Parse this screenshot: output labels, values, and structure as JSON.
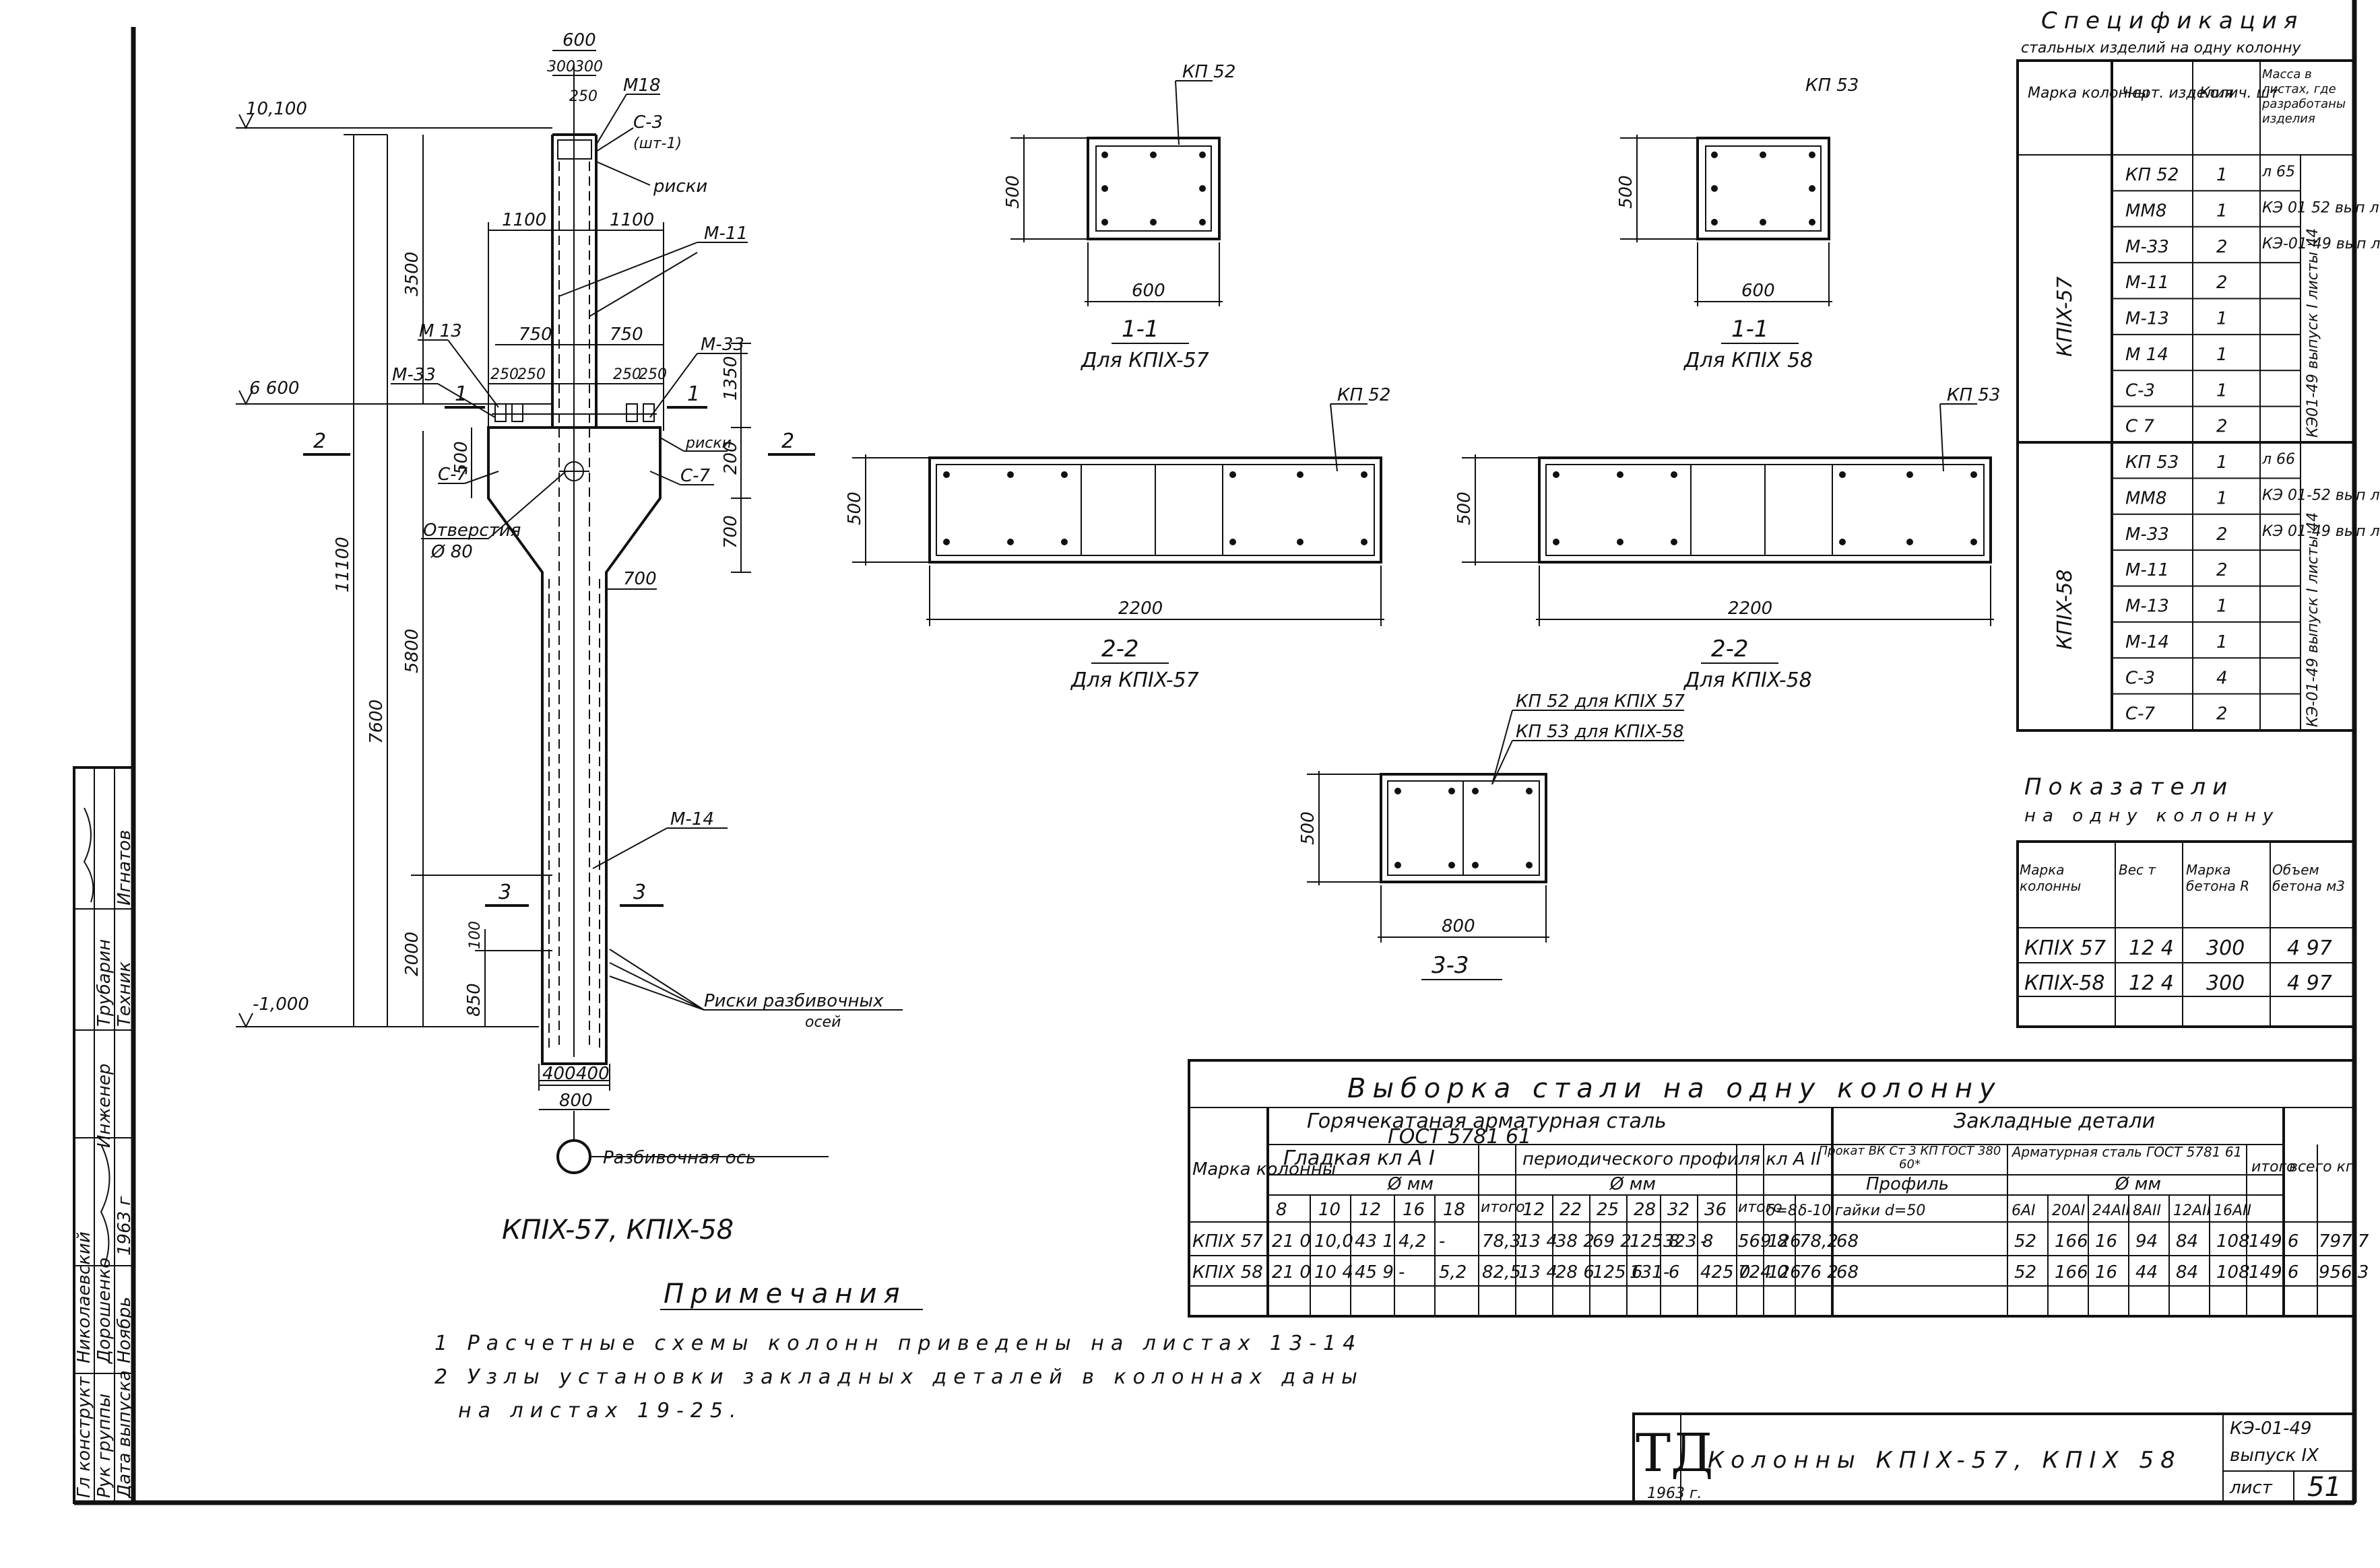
{
  "column": {
    "marks": {
      "m18": "M18",
      "c3": "C-3",
      "c3n": "(шт-1)",
      "riski": "риски",
      "m11": "M-11",
      "m13": "M 13",
      "m33l": "M-33",
      "m33r": "M-33",
      "c7l": "C-7",
      "c7r": "C-7",
      "riski2": "риски",
      "otv": "Отверстия",
      "otv_d": "Ø 80",
      "m14": "M-14",
      "riski_osey": "Риски разбивочных",
      "riski_osey2": "осей",
      "os": "Разбивочная ось"
    },
    "levels": {
      "top": "10,100",
      "mid": "6 600",
      "bot": "-1,000"
    },
    "dims": {
      "d600": "600",
      "d300a": "300",
      "d300b": "300",
      "d250": "250",
      "d1100a": "1100",
      "d1100b": "1100",
      "d750a": "750",
      "d750b": "750",
      "d250a": "250",
      "d250b": "250",
      "d250c": "250",
      "d250d": "250",
      "d3500": "3500",
      "d1350": "1350",
      "d500a": "500",
      "d200": "200",
      "d700v": "700",
      "d700h": "700",
      "d11100": "11100",
      "d7600": "7600",
      "d5800": "5800",
      "d2000": "2000",
      "d850": "850",
      "d100": "100",
      "d400a": "400",
      "d400b": "400",
      "d800": "800"
    },
    "cuts": {
      "c1l": "1",
      "c1r": "1",
      "c2l": "2",
      "c2r": "2",
      "c3l": "3",
      "c3r": "3"
    },
    "caption": "КПIX-57, КПIX-58"
  },
  "sections": {
    "s11a": {
      "mark": "КП 52",
      "h": "500",
      "w": "600",
      "cut": "1-1",
      "for": "Для КПIX-57"
    },
    "s11b": {
      "mark": "КП 53",
      "h": "500",
      "w": "600",
      "cut": "1-1",
      "for": "Для КПIX 58"
    },
    "s22a": {
      "mark": "КП 52",
      "h": "500",
      "w": "2200",
      "cut": "2-2",
      "for": "Для КПIX-57"
    },
    "s22b": {
      "mark": "КП 53",
      "h": "500",
      "w": "2200",
      "cut": "2-2",
      "for": "Для КПIX-58"
    },
    "s33": {
      "mark1": "КП 52 для КПIX 57",
      "mark2": "КП 53 для КПIX-58",
      "h": "500",
      "w": "800",
      "cut": "3-3"
    }
  },
  "spec": {
    "title": "Спецификация",
    "subtitle": "стальных изделий на одну колонну",
    "headers": [
      "Марка колонны",
      "Черт. изделия",
      "Колич. шт",
      "Масса в листах, где разработаны изделия"
    ],
    "groups": [
      {
        "col": "КПIX-57",
        "ref": "КЭ01-49 выпуск I листы 44",
        "rows": [
          [
            "КП 52",
            "1",
            "л 65"
          ],
          [
            "ММ8",
            "1",
            "КЭ 01 52 вып л 28"
          ],
          [
            "М-33",
            "2",
            "КЭ-01-49 вып л 36"
          ],
          [
            "М-11",
            "2",
            ""
          ],
          [
            "М-13",
            "1",
            ""
          ],
          [
            "М 14",
            "1",
            ""
          ],
          [
            "С-3",
            "1",
            ""
          ],
          [
            "С 7",
            "2",
            ""
          ]
        ]
      },
      {
        "col": "КПIX-58",
        "ref": "КЭ-01-49 выпуск I листы 44",
        "rows": [
          [
            "КП 53",
            "1",
            "л 66"
          ],
          [
            "ММ8",
            "1",
            "КЭ 01-52 вып л 28"
          ],
          [
            "М-33",
            "2",
            "КЭ 01-49 вып л 36"
          ],
          [
            "М-11",
            "2",
            ""
          ],
          [
            "М-13",
            "1",
            ""
          ],
          [
            "М-14",
            "1",
            ""
          ],
          [
            "С-3",
            "4",
            ""
          ],
          [
            "С-7",
            "2",
            ""
          ]
        ]
      }
    ]
  },
  "indicators": {
    "title": "Показатели",
    "subtitle": "на одну колонну",
    "headers": [
      "Марка колонны",
      "Вес т",
      "Марка бетона R",
      "Объем бетона м3"
    ],
    "rows": [
      [
        "КПIX 57",
        "12 4",
        "300",
        "4 97"
      ],
      [
        "КПIX-58",
        "12 4",
        "300",
        "4 97"
      ]
    ]
  },
  "steel": {
    "title": "Выборка стали на одну колонну",
    "h_mark": "Марка колонны",
    "h_hot": "Горячекатаная арматурная сталь",
    "h_gost": "ГОСТ 5781 61",
    "h_smooth": "Гладкая кл А I",
    "h_period": "периодического профиля кл А II",
    "h_dmm1": "Ø мм",
    "h_dmm2": "Ø мм",
    "h_emb": "Закладные детали",
    "h_prokat": "Прокат ВК Ст 3 КП ГОСТ 380 60*",
    "h_profil": "Профиль",
    "h_arm": "Арматурная сталь ГОСТ 5781 61",
    "h_dmm3": "Ø мм",
    "h_itogo": "итого",
    "h_vsego": "всего кг",
    "sub_smooth": [
      "8",
      "10",
      "12",
      "16",
      "18"
    ],
    "sub_period": [
      "12",
      "22",
      "25",
      "28",
      "32",
      "36"
    ],
    "sub_prof": [
      "δ=8",
      "δ-10",
      "гайки d=50"
    ],
    "sub_arm": [
      "6AI",
      "20AI",
      "24AII",
      "8AII",
      "12AII",
      "16AII"
    ],
    "rows": [
      {
        "mark": "КПIX 57",
        "sm": [
          "21 0",
          "10,0",
          "43 1",
          "4,2",
          "-"
        ],
        "sm_t": "78,3",
        "pe": [
          "13 4",
          "38 2",
          "69 2",
          "125 8",
          "323 8",
          "-"
        ],
        "pe_t": "569 8",
        "pr": [
          "126",
          "78,2",
          "68"
        ],
        "ar": [
          "52",
          "166",
          "16",
          "94",
          "84",
          "108"
        ],
        "ar_t": "149 6",
        "total": "797 7"
      },
      {
        "mark": "КПIX 58",
        "sm": [
          "21 0",
          "10 4",
          "45 9",
          "-",
          "5,2"
        ],
        "sm_t": "82,5",
        "pe": [
          "13 4",
          "28 6",
          "125 6",
          "131 6",
          "-",
          "425 0"
        ],
        "pe_t": "724 0",
        "pr": [
          "126",
          "76 2",
          "68"
        ],
        "ar": [
          "52",
          "166",
          "16",
          "44",
          "84",
          "108"
        ],
        "ar_t": "149 6",
        "total": "956 3"
      }
    ]
  },
  "notes": {
    "title": "Примечания",
    "n1": "1 Расчетные схемы колонн приведены на листах 13-14",
    "n2": "2 Узлы установки закладных деталей в колоннах даны",
    "n3": "на листах 19-25."
  },
  "stamp": {
    "logo": "ТД",
    "year": "1963 г.",
    "title": "Колонны КПIX-57, КПIX 58",
    "code": "КЭ-01-49",
    "issue": "выпуск IX",
    "sheet_label": "лист",
    "sheet": "51"
  },
  "side_stamp": {
    "r1": [
      "Гл конструкт",
      "Николаевский"
    ],
    "r2": [
      "Рук группы",
      "Дорошенко"
    ],
    "r3": [
      "Инженер",
      "Трубарин"
    ],
    "r4": [
      "Техник",
      "Игнатов"
    ],
    "r5": [
      "Дата выпуска",
      "Ноябрь"
    ],
    "year": "1963 г"
  }
}
